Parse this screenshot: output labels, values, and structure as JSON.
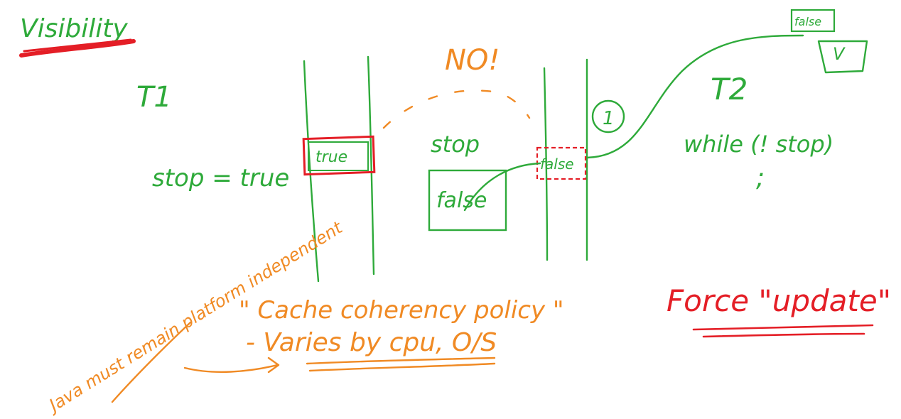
{
  "colors": {
    "background": "#ffffff",
    "green": "#2eaa3a",
    "orange": "#f08a24",
    "red": "#e41e26"
  },
  "title": "Visibility",
  "thread1": {
    "label": "T1",
    "code": "stop = true",
    "cache_value": "true"
  },
  "main_memory": {
    "label": "stop",
    "value": "false",
    "annotation": "NO!"
  },
  "thread2": {
    "label": "T2",
    "cache_value": "false",
    "code_loop": "while (! stop)",
    "loop_body": ";",
    "marker": "1",
    "top_right_value": "false",
    "top_right_box": "V"
  },
  "notes": {
    "policy_line1": "\" Cache coherency policy \"",
    "policy_line2": "- Varies by cpu, O/S",
    "java_note": "Java must remain platform independent",
    "force_update": "Force \"update\""
  }
}
